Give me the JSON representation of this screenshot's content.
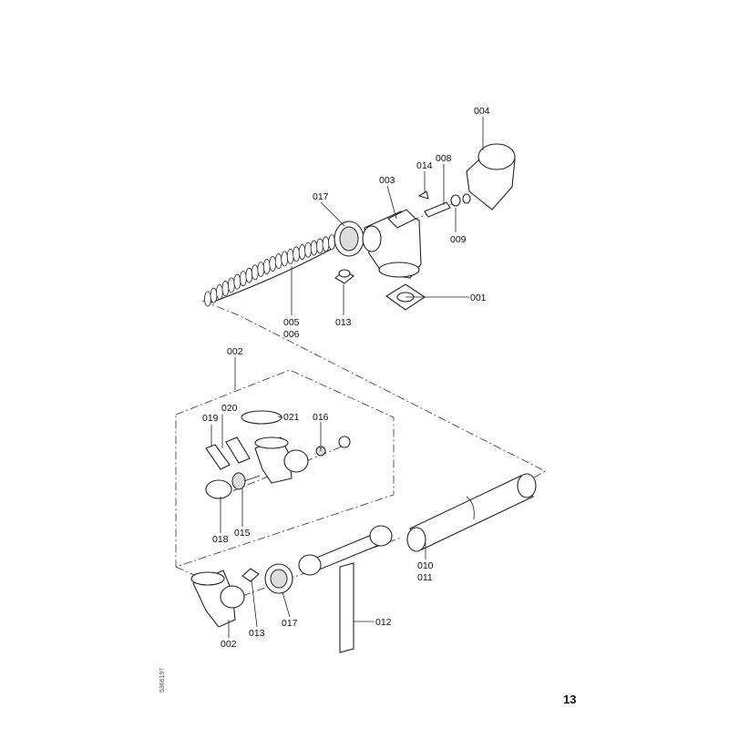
{
  "labels": {
    "p004": "004",
    "p014": "014",
    "p008": "008",
    "p003": "003",
    "p017a": "017",
    "p009": "009",
    "p001": "001",
    "p005": "005",
    "p006": "006",
    "p013a": "013",
    "p002a": "002",
    "p020": "020",
    "p019": "019",
    "p021": "021",
    "p016": "016",
    "p018": "018",
    "p015": "015",
    "p010": "010",
    "p011": "011",
    "p012": "012",
    "p002b": "002",
    "p013b": "013",
    "p017b": "017"
  },
  "document_number": "5366197",
  "page_number": "13"
}
